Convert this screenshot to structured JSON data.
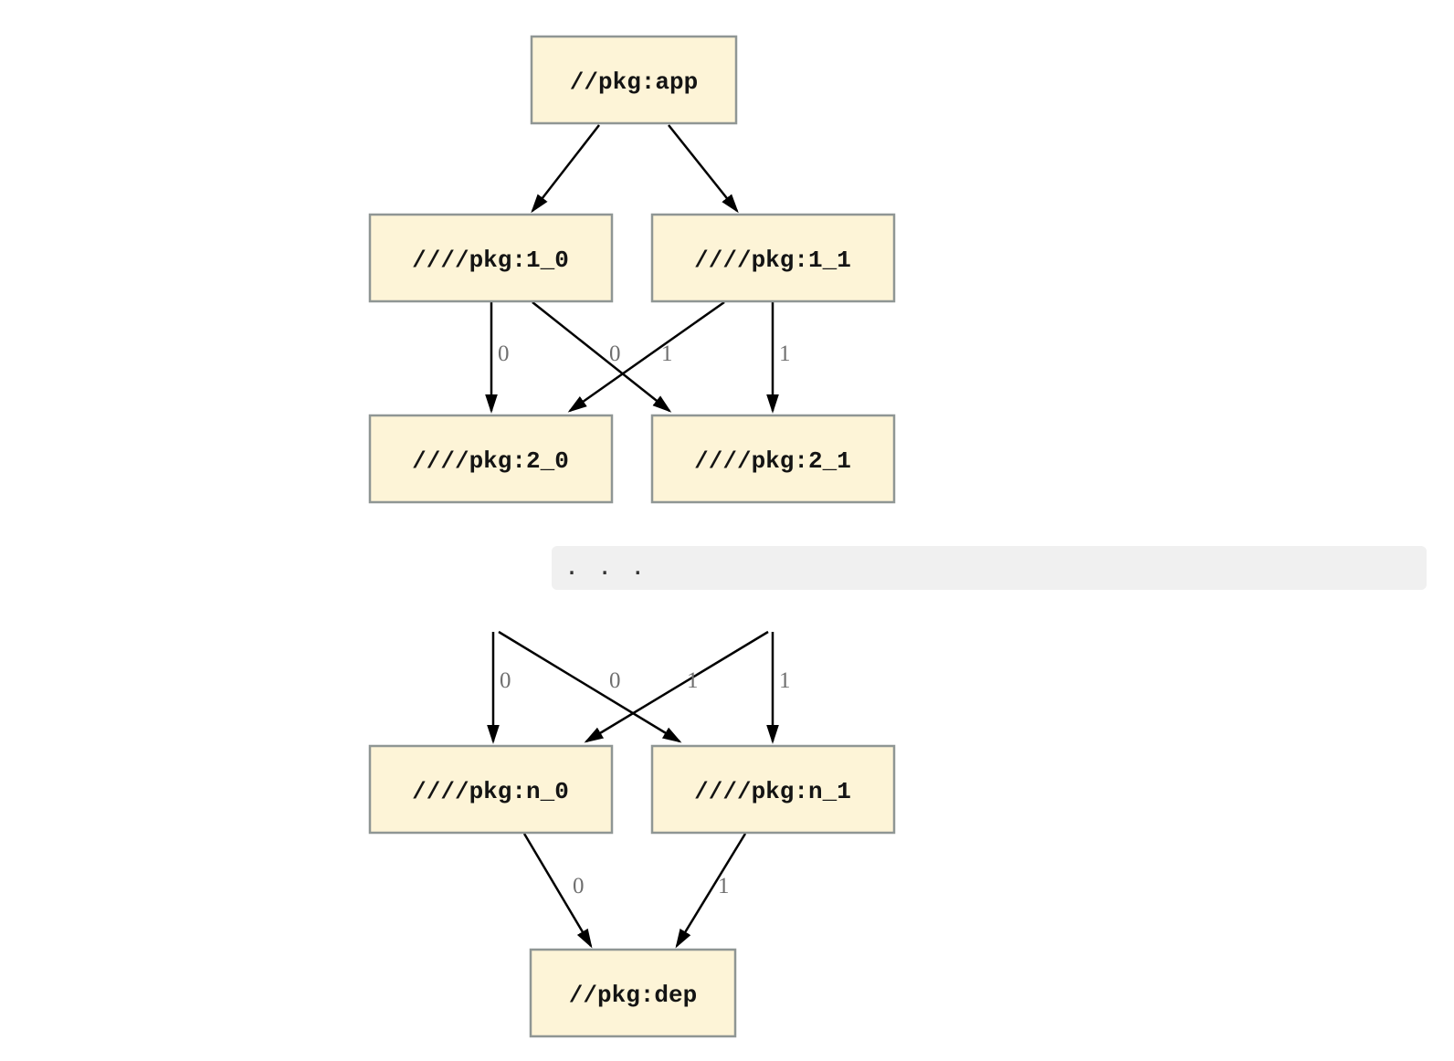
{
  "diagram": {
    "type": "dependency-graph",
    "nodes": {
      "app": {
        "label": "//pkg:app"
      },
      "p1_0": {
        "label": "////pkg:1_0"
      },
      "p1_1": {
        "label": "////pkg:1_1"
      },
      "p2_0": {
        "label": "////pkg:2_0"
      },
      "p2_1": {
        "label": "////pkg:2_1"
      },
      "pn_0": {
        "label": "////pkg:n_0"
      },
      "pn_1": {
        "label": "////pkg:n_1"
      },
      "dep": {
        "label": "//pkg:dep"
      }
    },
    "edges": [
      {
        "from": "app",
        "to": "p1_0",
        "label": ""
      },
      {
        "from": "app",
        "to": "p1_1",
        "label": ""
      },
      {
        "from": "p1_0",
        "to": "p2_0",
        "label": "0"
      },
      {
        "from": "p1_0",
        "to": "p2_1",
        "label": "1"
      },
      {
        "from": "p1_1",
        "to": "p2_0",
        "label": "0"
      },
      {
        "from": "p1_1",
        "to": "p2_1",
        "label": "1"
      },
      {
        "from": "ellipsis",
        "to": "pn_0",
        "label": "0"
      },
      {
        "from": "ellipsis",
        "to": "pn_1",
        "label": "1"
      },
      {
        "from": "ellipsis",
        "to": "pn_0",
        "label": "0"
      },
      {
        "from": "ellipsis",
        "to": "pn_1",
        "label": "1"
      },
      {
        "from": "pn_0",
        "to": "dep",
        "label": "0"
      },
      {
        "from": "pn_1",
        "to": "dep",
        "label": "1"
      }
    ],
    "ellipsis_text": ".  .  .",
    "colors": {
      "node_fill": "#fdf4d7",
      "node_border": "#8f9694",
      "edge": "#000000",
      "edge_label": "#6f6f6f",
      "ellipsis_bg": "#f0f0f0",
      "ellipsis_text": "#333333"
    }
  }
}
